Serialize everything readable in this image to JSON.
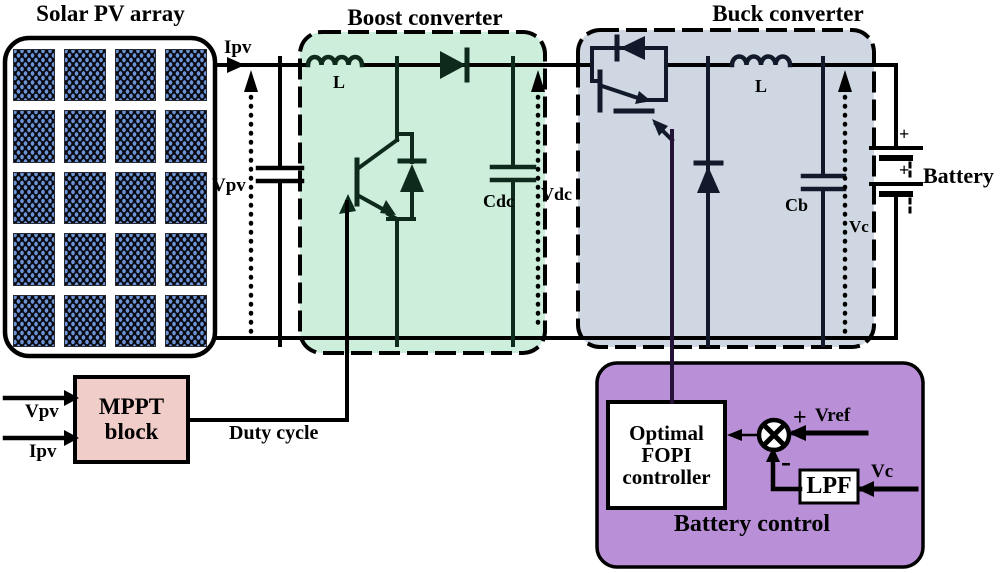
{
  "solar": {
    "title": "Solar PV array",
    "panel_rows": 5,
    "panel_cols": 4
  },
  "pv_bus": {
    "current": "Ipv",
    "voltage": "Vpv"
  },
  "boost": {
    "title": "Boost converter",
    "inductor": "L",
    "capacitor": "Cdc",
    "voltage": "Vdc"
  },
  "buck": {
    "title": "Buck converter",
    "inductor": "L",
    "capacitor": "Cb",
    "voltage": "Vc"
  },
  "battery": {
    "label": "Battery",
    "plus_top": "+",
    "plus_bottom": "+"
  },
  "mppt": {
    "line1": "MPPT",
    "line2": "block",
    "in_voltage": "Vpv",
    "in_current": "Ipv",
    "output": "Duty cycle"
  },
  "control": {
    "title": "Battery control",
    "controller": [
      "Optimal",
      "FOPI",
      "controller"
    ],
    "lpf": "LPF",
    "vref": "Vref",
    "vc": "Vc",
    "plus": "+",
    "minus": "-"
  },
  "colors": {
    "boost_fill": "#cdeeda",
    "buck_fill": "#cfd8e2",
    "control_fill": "#b98fd7",
    "mppt_fill": "#f0cdc9",
    "panel_dot": "#6b93d6",
    "panel_bg": "#0a0a12",
    "line": "#000000"
  }
}
